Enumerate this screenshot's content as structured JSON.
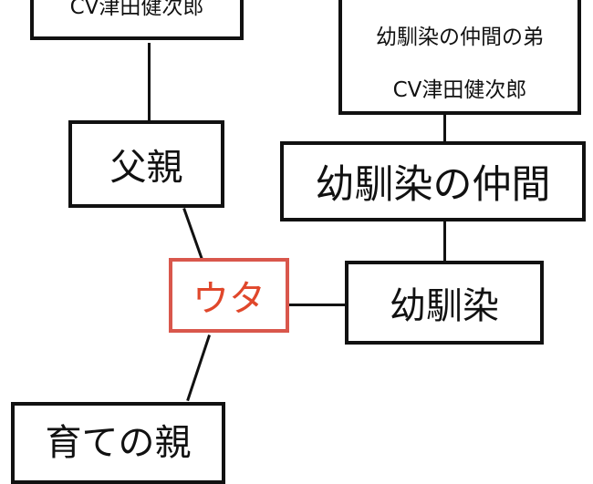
{
  "nodes": {
    "top_left": {
      "text": "CV津田健次郎"
    },
    "top_right": {
      "line1": "幼馴染の仲間の弟",
      "line2": "CV津田健次郎"
    },
    "father": {
      "text": "父親"
    },
    "nakama": {
      "text": "幼馴染の仲間"
    },
    "uta": {
      "text": "ウタ"
    },
    "osananajimi": {
      "text": "幼馴染"
    },
    "foster_parent": {
      "text": "育ての親"
    }
  },
  "colors": {
    "highlight_text": "#e0472b",
    "highlight_border": "#d9574c",
    "line": "#111111"
  }
}
